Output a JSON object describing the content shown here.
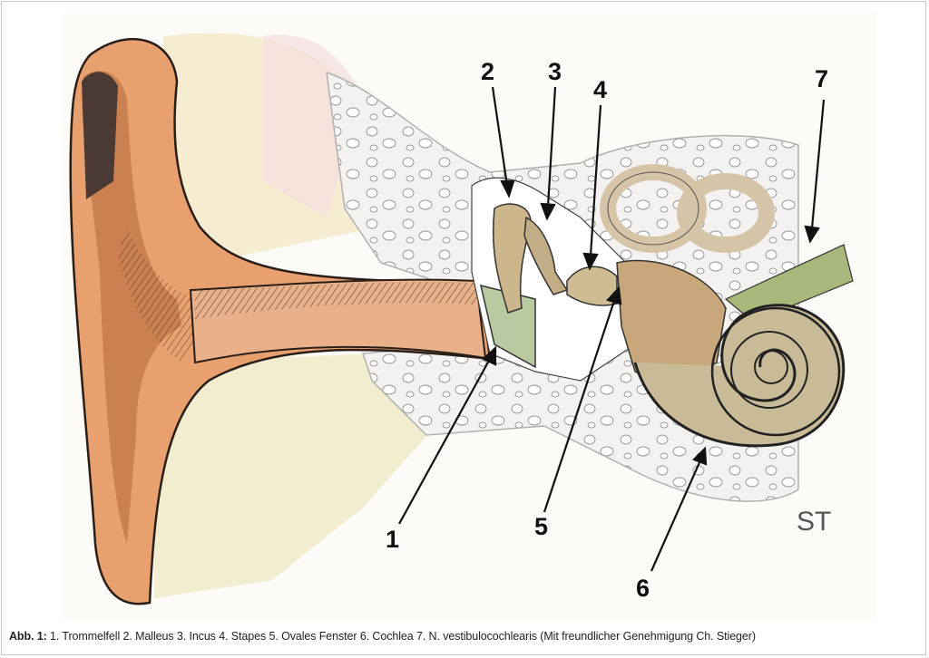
{
  "figure": {
    "labels": [
      "1",
      "2",
      "3",
      "4",
      "5",
      "6",
      "7"
    ],
    "signature": "ST",
    "caption": {
      "prefix": "Abb. 1:",
      "text": "1. Trommelfell 2. Malleus 3. Incus 4. Stapes 5. Ovales Fenster 6. Cochlea 7. N. vestibulocochlearis (Mit freundlicher Genehmigung Ch. Stieger)"
    }
  }
}
